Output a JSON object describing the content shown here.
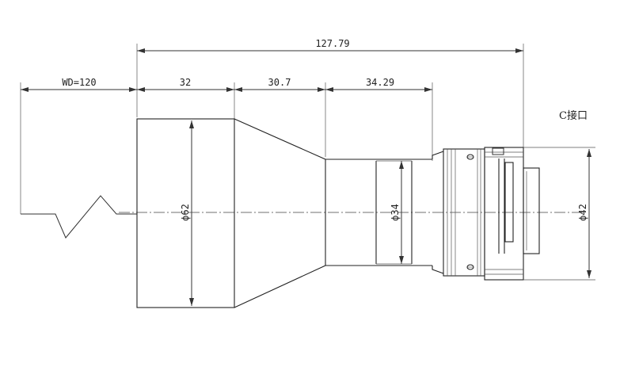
{
  "dimensions": {
    "overall_length": "127.79",
    "working_distance": "WD=120",
    "front_section": "32",
    "taper_section": "30.7",
    "rear_section": "34.29",
    "front_diameter": "ϕ62",
    "tube_diameter": "ϕ34",
    "mount_diameter": "ϕ42"
  },
  "labels": {
    "mount_type": "C接口"
  }
}
